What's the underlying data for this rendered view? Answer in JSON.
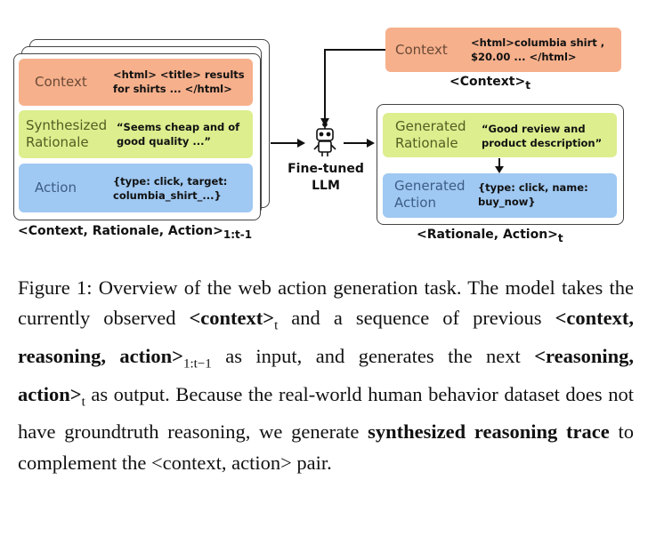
{
  "left_group": {
    "context_label": "Context",
    "context_text": "<html> <title> results for shirts ... </html>",
    "rationale_label": "Synthesized Rationale",
    "rationale_text": "“Seems cheap and of good quality ...”",
    "action_label": "Action",
    "action_text": "{type: click, target: columbia_shirt_...}",
    "caption": "<Context, Rationale, Action>",
    "caption_sub": "1:t-1"
  },
  "model": {
    "label": "Fine-tuned LLM",
    "icon": "robot-icon"
  },
  "top_context": {
    "label": "Context",
    "text": "<html>columbia shirt , $20.00 ... </html>",
    "caption": "<Context>",
    "caption_sub": "t"
  },
  "right_group": {
    "rationale_label": "Generated Rationale",
    "rationale_text": "“Good review and product description”",
    "action_label": "Generated Action",
    "action_text": "{type: click, name: buy_now}",
    "caption": "<Rationale, Action>",
    "caption_sub": "t"
  },
  "figure_caption": {
    "prefix": "Figure 1: Overview of the web action generation task. The model takes the currently observed ",
    "bold1": "<context>",
    "sub1": "t",
    "mid1": " and a sequence of previous ",
    "bold2": "<context, reasoning, action>",
    "sub2": "1:t−1",
    "mid2": " as input, and generates the next ",
    "bold3": "<reasoning, action>",
    "sub3": "t",
    "mid3": " as output. Because the real-world human behavior dataset does not have groundtruth reasoning, we generate ",
    "bold4": "synthesized reasoning trace",
    "suffix": " to complement the <context, action> pair."
  },
  "colors": {
    "context": "#f6b08c",
    "rationale": "#dcee8e",
    "action": "#9fc8f2"
  }
}
